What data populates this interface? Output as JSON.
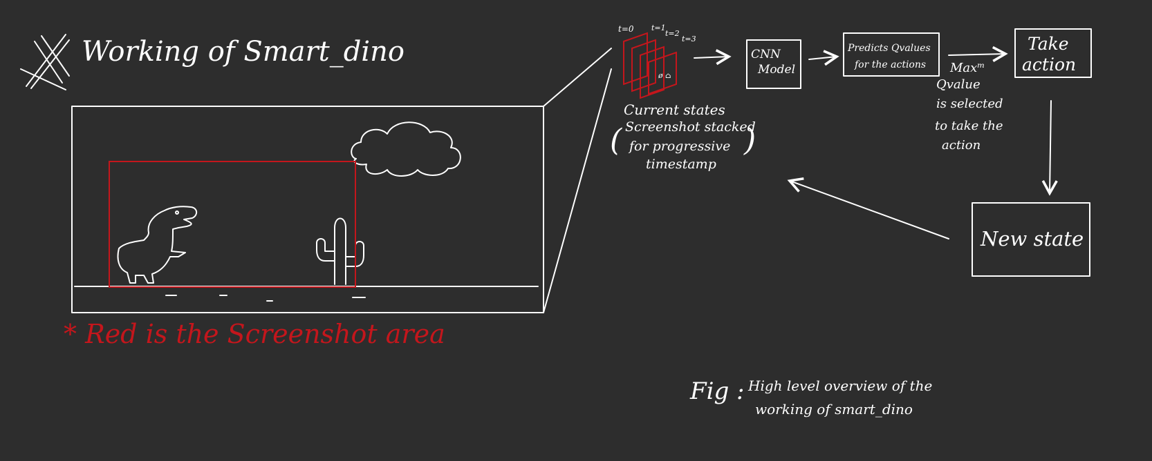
{
  "title": "Working of Smart_dino",
  "screenshot_note": "* Red is the Screenshot area",
  "frame_labels": [
    "t=0",
    "t=1",
    "t=2",
    "t=3"
  ],
  "current_states": {
    "heading": "Current states",
    "line1": "Screenshot stacked",
    "line2": "for progressive",
    "line3": "timestamp"
  },
  "cnn_box": {
    "line1": "CNN",
    "line2": "Model"
  },
  "predict_box": {
    "line1": "Predicts Qvalues",
    "line2": "for the actions"
  },
  "max_note": {
    "line1": "Maxᵐ",
    "line2": "Qvalue",
    "line3": "is selected",
    "line4": "to take the",
    "line5": "action"
  },
  "take_action_box": {
    "line1": "Take",
    "line2": "action"
  },
  "new_state_box": {
    "label": "New state"
  },
  "caption": {
    "prefix": "Fig :",
    "line1": "High level overview of the",
    "line2": "working of smart_dino"
  },
  "colors": {
    "background": "#2d2d2d",
    "ink": "#ffffff",
    "highlight": "#c4161c"
  }
}
